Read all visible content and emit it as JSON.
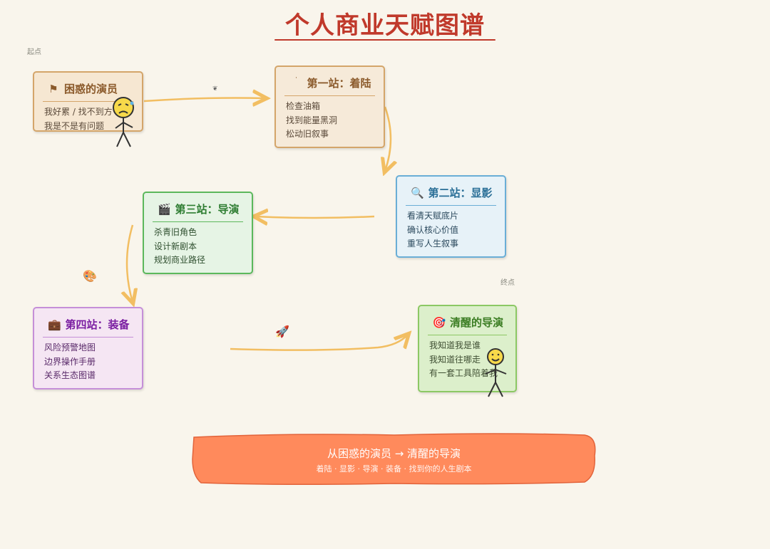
{
  "title": "个人商业天赋图谱",
  "markers": {
    "start": "起点",
    "end": "终点"
  },
  "cards": {
    "start": {
      "icon": "flag-icon",
      "title": "困惑的演员",
      "lines": [
        "我好累 / 找不到方",
        "我是不是有问题"
      ],
      "color": "#8b5a2b",
      "bg": "#f6e7d2",
      "border": "#d4a56a"
    },
    "stage1": {
      "icon": "dot-icon",
      "title": "第一站：着陆",
      "lines": [
        "检查油箱",
        "找到能量黑洞",
        "松动旧叙事"
      ],
      "color": "#8b5a2b",
      "bg": "#f6ead9",
      "border": "#d4a56a"
    },
    "stage2": {
      "icon": "magnifier-icon",
      "title": "第二站：显影",
      "lines": [
        "看清天赋底片",
        "确认核心价值",
        "重写人生叙事"
      ],
      "color": "#2a6f97",
      "bg": "#e7f2f8",
      "border": "#6aaed6"
    },
    "stage3": {
      "icon": "clapperboard-icon",
      "title": "第三站：导演",
      "lines": [
        "杀青旧角色",
        "设计新剧本",
        "规划商业路径"
      ],
      "color": "#2e7d32",
      "bg": "#e6f4e5",
      "border": "#5cb85c"
    },
    "stage4": {
      "icon": "briefcase-icon",
      "title": "第四站：装备",
      "lines": [
        "风险预警地图",
        "边界操作手册",
        "关系生态图谱"
      ],
      "color": "#7b1fa2",
      "bg": "#f5e6f3",
      "border": "#c58fd8"
    },
    "end": {
      "icon": "target-icon",
      "title": "清醒的导演",
      "lines": [
        "我知道我是谁",
        "我知道往哪走",
        "有一套工具陪着我"
      ],
      "color": "#3b7d23",
      "bg": "#dcefcb",
      "border": "#8cc864"
    }
  },
  "banner": {
    "main": "从困惑的演员 → 清醒的导演",
    "sub": "着陆 · 显影 · 导演 · 装备 · 找到你的人生剧本",
    "color": "#ff8a5c"
  },
  "colors": {
    "title": "#c0392b",
    "arrow": "#f2be62"
  }
}
